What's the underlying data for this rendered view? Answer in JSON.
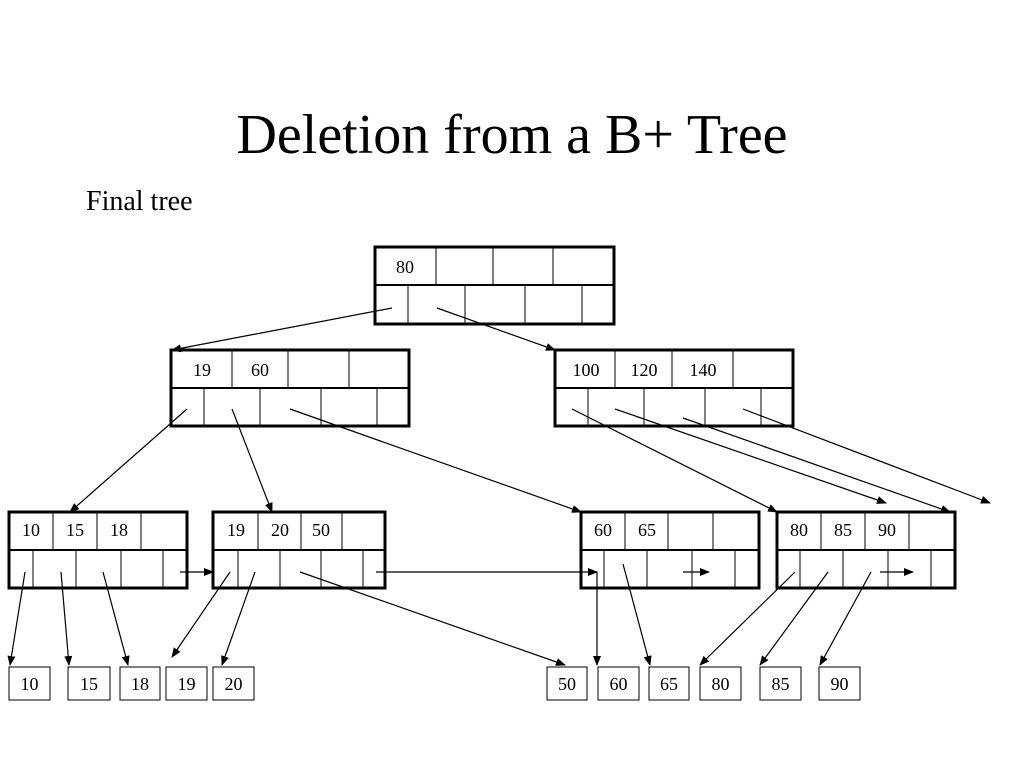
{
  "slide": {
    "title": "Deletion from a B+ Tree",
    "subtitle": "Final tree"
  },
  "tree": {
    "root": {
      "keys": [
        "80",
        "",
        "",
        ""
      ]
    },
    "internal_left": {
      "keys": [
        "19",
        "60",
        "",
        ""
      ]
    },
    "internal_right": {
      "keys": [
        "100",
        "120",
        "140",
        ""
      ]
    },
    "leaves": [
      {
        "keys": [
          "10",
          "15",
          "18",
          ""
        ]
      },
      {
        "keys": [
          "19",
          "20",
          "50",
          ""
        ]
      },
      {
        "keys": [
          "60",
          "65",
          "",
          ""
        ]
      },
      {
        "keys": [
          "80",
          "85",
          "90",
          ""
        ]
      }
    ],
    "records": [
      "10",
      "15",
      "18",
      "19",
      "20",
      "50",
      "60",
      "65",
      "80",
      "85",
      "90"
    ]
  }
}
